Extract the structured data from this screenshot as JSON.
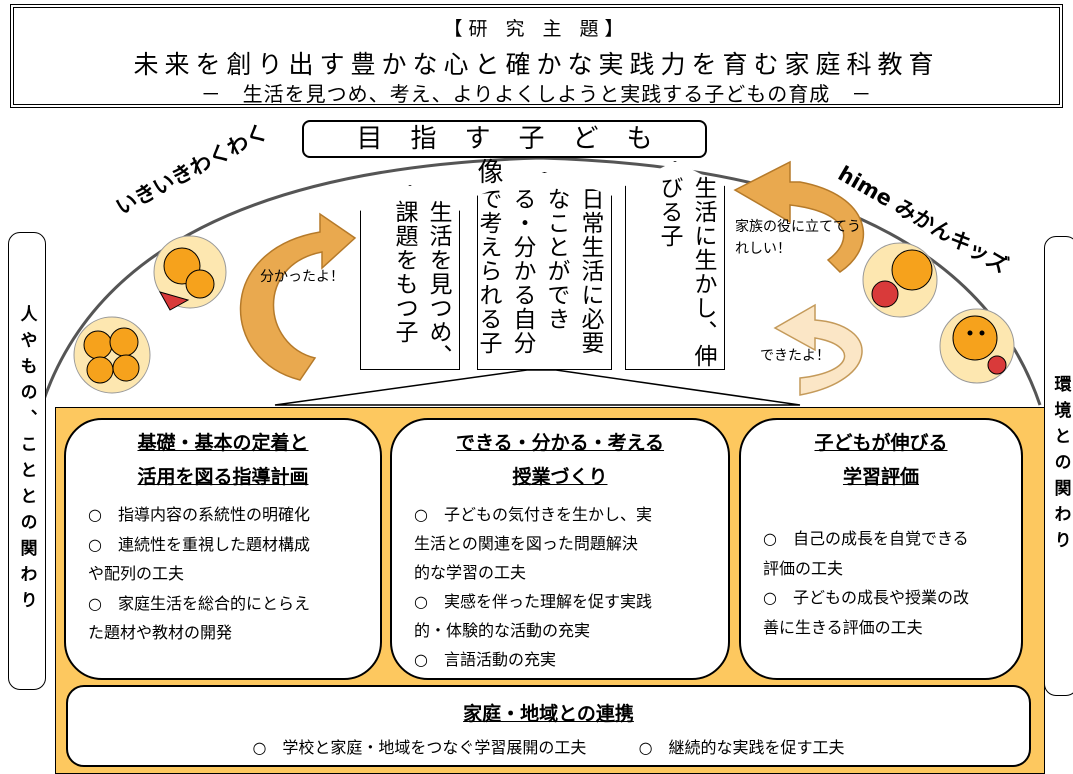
{
  "header": {
    "label": "【研 究 主 題】",
    "title": "未来を創り出す豊かな心と確かな実践力を育む家庭科教育",
    "subtitle": "－　生活を見つめ、考え、よりよくしようと実践する子どもの育成　－"
  },
  "goal": {
    "title": "目指す子ども像"
  },
  "pillars": [
    {
      "text": "生活を見つめ、課題をもつ子"
    },
    {
      "text": "日常生活に必要なことができる・分かる自分で考えられる子"
    },
    {
      "text": "生活に生かし、伸びる子"
    }
  ],
  "banners": {
    "left": "いきいきわくわく",
    "right": "hime みかんキッズ"
  },
  "callouts": {
    "understood": "分かったよ！",
    "helpful": "家族の役に立ててうれしい！",
    "done": "できたよ！"
  },
  "sides": {
    "left": "人やもの、こととの関わり",
    "right": "環境との関わり"
  },
  "cards": [
    {
      "title_lines": [
        "基礎・基本の定着と",
        "活用を図る指導計画"
      ],
      "items": [
        "○　指導内容の系統性の明確化",
        "○　連続性を重視した題材構成",
        "や配列の工夫",
        "○　家庭生活を総合的にとらえ",
        "た題材や教材の開発"
      ]
    },
    {
      "title_lines": [
        "できる・分かる・考える",
        "授業づくり"
      ],
      "items": [
        "○　子どもの気付きを生かし、実",
        "生活との関連を図った問題解決",
        "的な学習の工夫",
        "○　実感を伴った理解を促す実践",
        "的・体験的な活動の充実",
        "○　言語活動の充実"
      ]
    },
    {
      "title_lines": [
        "子どもが伸びる",
        "学習評価"
      ],
      "items": [
        "○　自己の成長を自覚できる",
        "評価の工夫",
        "○　子どもの成長や授業の改",
        "善に生きる評価の工夫"
      ]
    }
  ],
  "partner": {
    "title": "家庭・地域との連携",
    "items": [
      "○　学校と家庭・地域をつなぐ学習展開の工夫",
      "○　継続的な実践を促す工夫"
    ]
  },
  "colors": {
    "orange_area": "#fdc85f",
    "arrow_orange": "#e9a94f",
    "arrow_light": "#fbe6c6",
    "mascot_orange": "#f6a21c"
  },
  "icons": [
    "mandarin-mascot-icon"
  ]
}
